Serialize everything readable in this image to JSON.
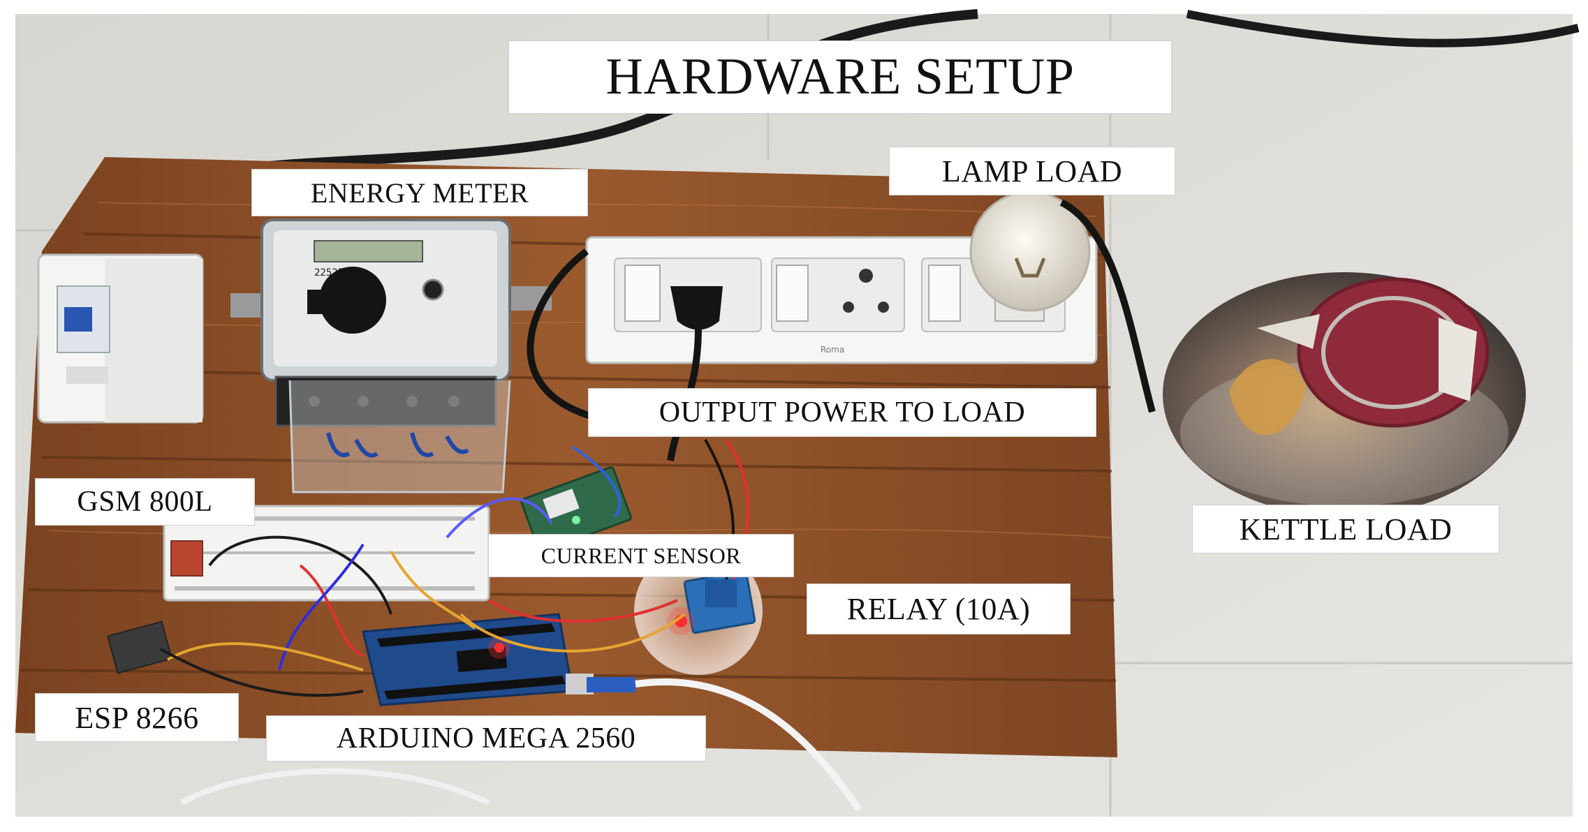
{
  "title": "HARDWARE SETUP",
  "labels": {
    "energy_meter": "ENERGY METER",
    "lamp_load": "LAMP LOAD",
    "output_power": "OUTPUT POWER TO LOAD",
    "gsm": "GSM 800L",
    "current_sensor": "CURRENT SENSOR",
    "relay": "RELAY (10A)",
    "kettle_load": "KETTLE LOAD",
    "esp": "ESP 8266",
    "arduino": "ARDUINO MEGA 2560"
  },
  "device_print": {
    "meter_reading": "22527342",
    "switchboard_brand": "Roma"
  },
  "colors": {
    "floor": "#dedcd7",
    "wood": "#8a4f28",
    "kettle_lid": "#8e2a3a",
    "arduino_blue": "#1f4a8c",
    "sensor_green": "#2f6b4a"
  }
}
